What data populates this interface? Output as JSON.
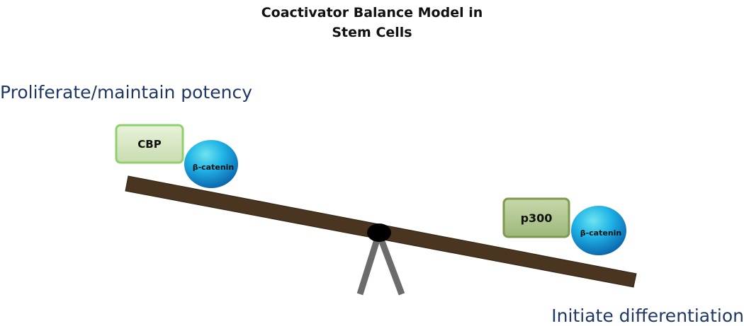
{
  "title": {
    "line1": "Coactivator Balance Model in",
    "line2": "Stem Cells"
  },
  "left_label": "Proliferate/maintain potency",
  "right_label": "Initiate differentiation",
  "left_complex": {
    "box": "CBP",
    "ball": "β-catenin"
  },
  "right_complex": {
    "box": "p300",
    "ball": "β-catenin"
  },
  "colors": {
    "beam": "#4a3520",
    "stand": "#6b6b6b",
    "pivot": "#000000",
    "left_box_border": "#8fd06a",
    "right_box_border": "#7e9a4f",
    "ball": "#1aa3e0",
    "label_text": "#1f3864"
  }
}
